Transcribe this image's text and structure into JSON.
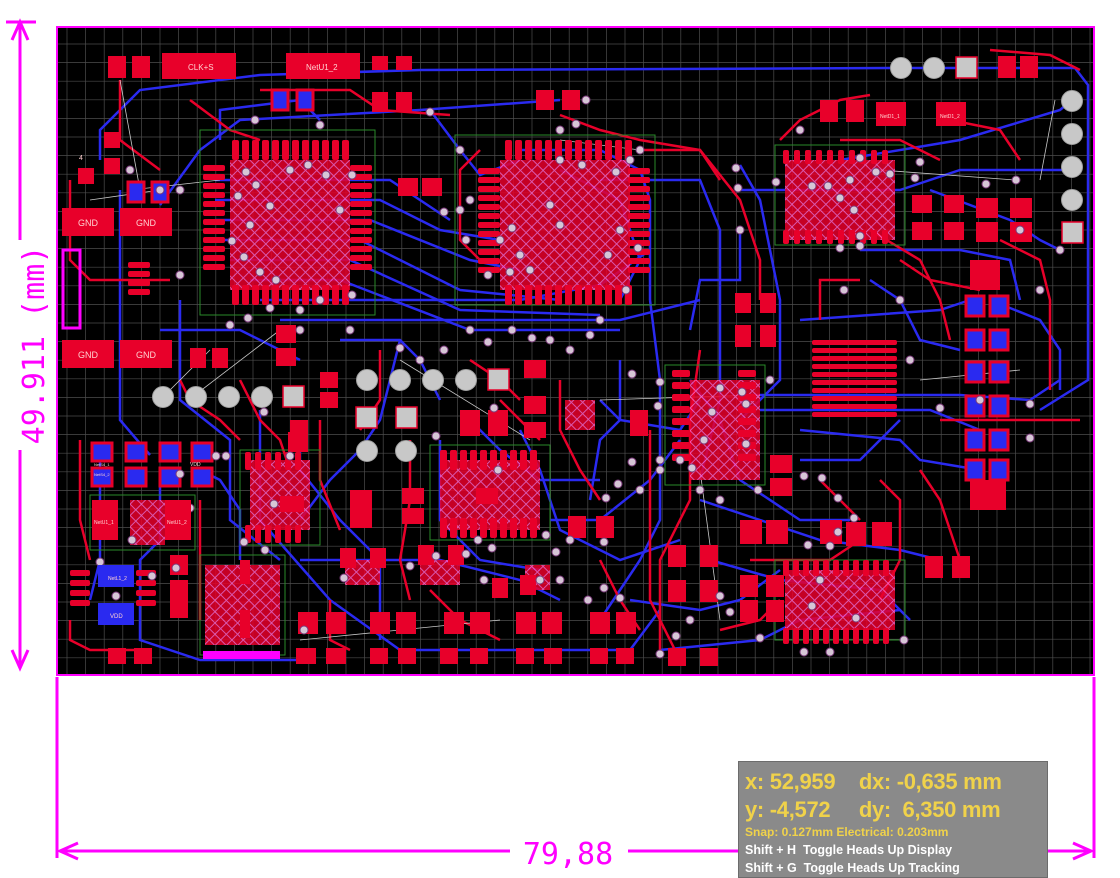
{
  "dimensions": {
    "height_label": "49.911 (mm)",
    "width_label": "79,88"
  },
  "hud": {
    "x_label": "x: 52,959",
    "dx_label": "dx: -0,635 mm",
    "y_label": "y: -4,572",
    "dy_label": "dy:  6,350 mm",
    "snap_line": "Snap: 0.127mm Electrical: 0.203mm",
    "help_display": "Shift + H  Toggle Heads Up Display",
    "help_tracking": "Shift + G  Toggle Heads Up Tracking"
  },
  "board_labels": {
    "gnd_1": "GND",
    "gnd_2": "GND",
    "gnd_3": "GND",
    "gnd_4": "GND",
    "clk": "CLK+S",
    "net_top": "NetU1_2",
    "vdd_1": "VDD",
    "vdd_2": "VDD",
    "net_a": "NetD1_1",
    "net_b": "NetD1_2",
    "net_c": "NetL1_2",
    "net_d": "NetU1_1",
    "net_e": "NetU1_2",
    "net_f": "NetS4_1",
    "net_g": "NetS4_2",
    "cap_label": "4"
  },
  "colors": {
    "background": "#000000",
    "top_layer": "#e8002a",
    "bottom_layer": "#2222ee",
    "outline": "#ff00ff",
    "grid": "#4a4a4a",
    "via": "#d9c6d9",
    "pad_grey": "#c8c8c8",
    "hud_bg": "#8a8a8a",
    "hud_text": "#f0d24a"
  }
}
